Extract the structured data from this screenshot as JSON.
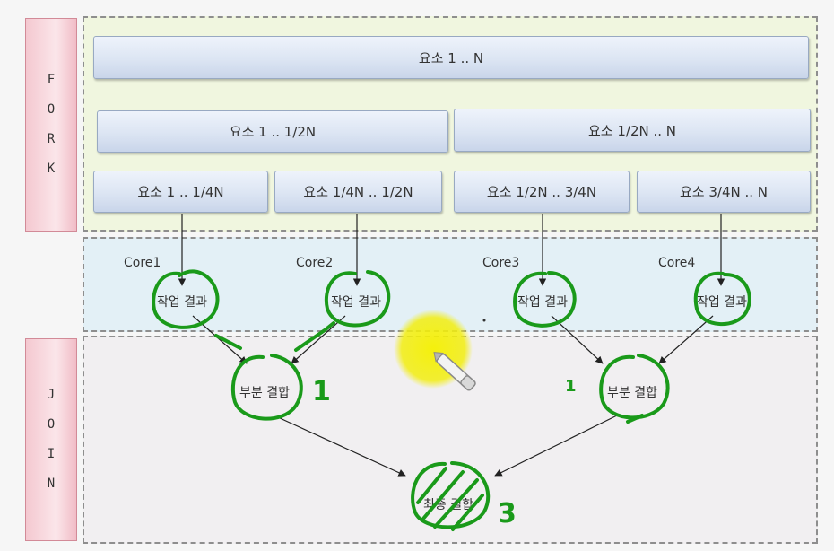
{
  "fork_label": [
    "F",
    "O",
    "R",
    "K"
  ],
  "join_label": [
    "J",
    "O",
    "I",
    "N"
  ],
  "level0": [
    "요소 1 .. N"
  ],
  "level1": [
    "요소 1 .. 1/2N",
    "요소 1/2N .. N"
  ],
  "level2": [
    "요소 1 .. 1/4N",
    "요소 1/4N .. 1/2N",
    "요소 1/2N .. 3/4N",
    "요소 3/4N .. N"
  ],
  "cores": [
    {
      "name": "Core1",
      "result": "작업 결과"
    },
    {
      "name": "Core2",
      "result": "작업 결과"
    },
    {
      "name": "Core3",
      "result": "작업 결과"
    },
    {
      "name": "Core4",
      "result": "작업 결과"
    }
  ],
  "partial_results": [
    "부분 결합",
    "부분 결합"
  ],
  "final_result": "최종 결합",
  "annotations": [
    "1",
    "1",
    "3"
  ],
  "colors": {
    "marker": "#1a9a1a",
    "highlight": "#f2f000",
    "arrow": "#222222"
  }
}
